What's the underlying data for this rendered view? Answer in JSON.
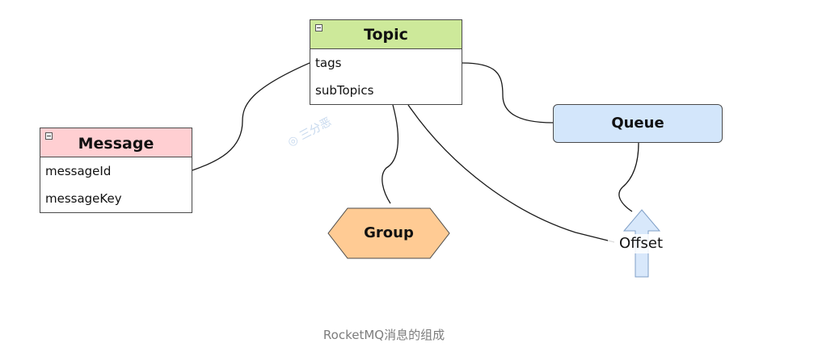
{
  "topic": {
    "title": "Topic",
    "fields": [
      "tags",
      "subTopics"
    ],
    "header_color": "#cde99a"
  },
  "message": {
    "title": "Message",
    "fields": [
      "messageId",
      "messageKey"
    ],
    "header_color": "#ffcfd2"
  },
  "queue": {
    "label": "Queue",
    "color": "#d3e6fb"
  },
  "group": {
    "label": "Group",
    "color": "#ffcb94"
  },
  "offset": {
    "label": "Offset",
    "arrow_color": "#d8e8fb"
  },
  "watermark": {
    "text": "三分恶"
  },
  "caption": "RocketMQ消息的组成"
}
